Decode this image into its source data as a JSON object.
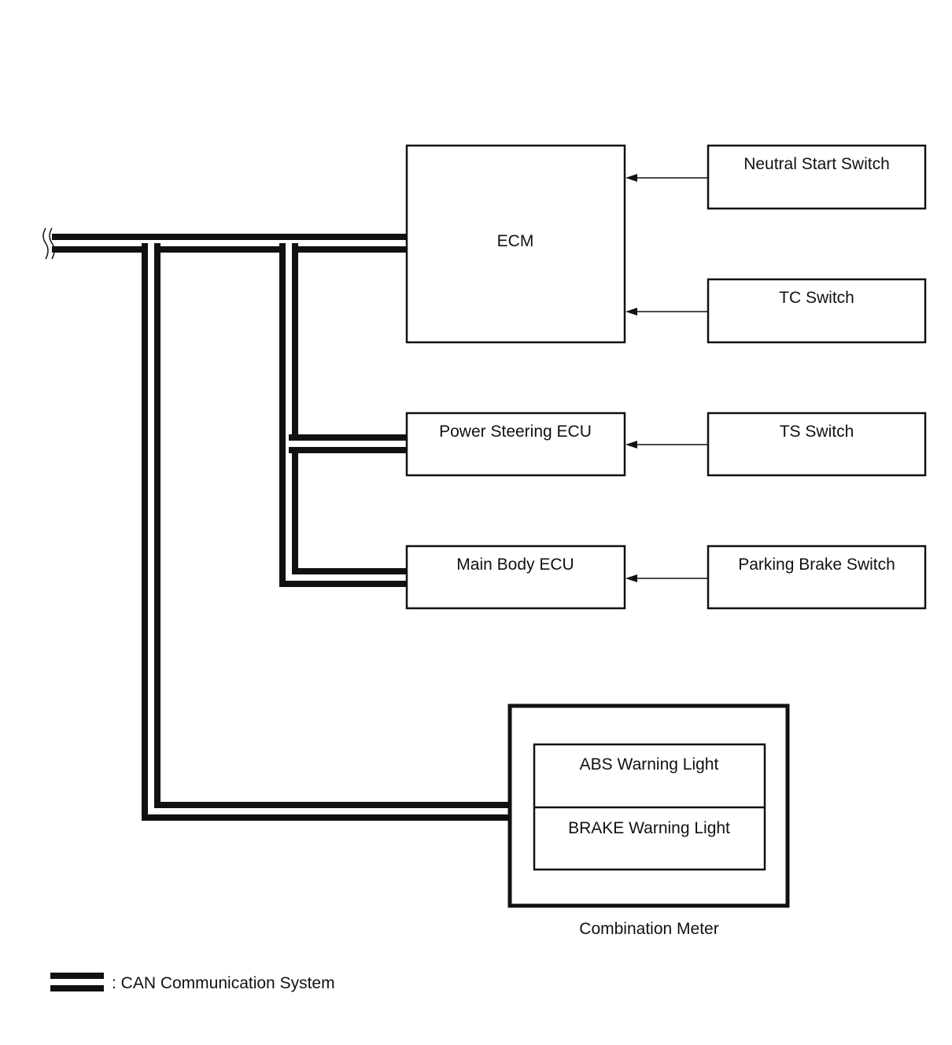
{
  "blocks": {
    "ecm": "ECM",
    "power_steering_ecu": "Power Steering ECU",
    "main_body_ecu": "Main Body ECU",
    "neutral_start_switch": "Neutral Start Switch",
    "tc_switch": "TC Switch",
    "ts_switch": "TS Switch",
    "parking_brake_switch": "Parking Brake Switch",
    "abs_warning_light": "ABS Warning Light",
    "brake_warning_light": "BRAKE Warning Light",
    "combination_meter": "Combination Meter"
  },
  "legend": {
    "can_label": ": CAN Communication System"
  },
  "colors": {
    "line": "#111111",
    "background": "#ffffff"
  }
}
